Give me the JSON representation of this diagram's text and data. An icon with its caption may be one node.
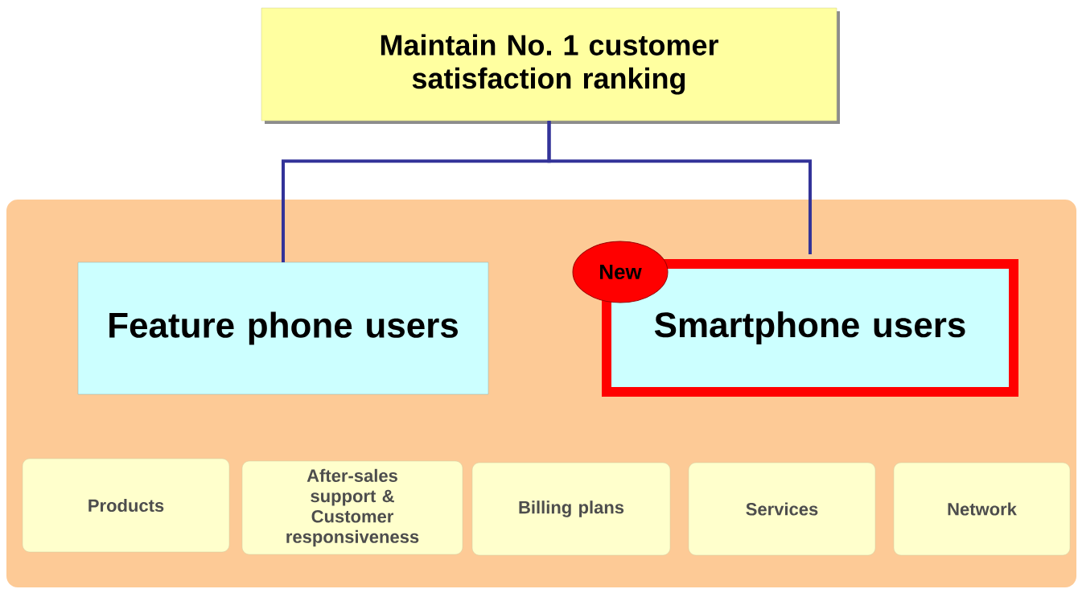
{
  "diagram": {
    "nodes": [
      {
        "text": [
          "Maintain No. 1 customer satisfaction ranking"
        ]
      },
      {
        "text": [],
        "shape": "box"
      },
      {
        "text": [
          "Feature phone users"
        ],
        "in": 1
      },
      {
        "text": [
          "Smartphone users"
        ],
        "in": 1
      },
      {
        "text": [
          "New"
        ],
        "in": 1
      },
      {
        "text": [
          "Products"
        ],
        "in": 1
      },
      {
        "text": [
          "After-sales support & Customer responsiveness"
        ],
        "in": 1
      },
      {
        "text": [
          "Billing plans"
        ],
        "in": 1
      },
      {
        "text": [
          "Services"
        ],
        "in": 1
      },
      {
        "text": [
          "Network"
        ],
        "in": 1
      }
    ],
    "edges": [
      {
        "from": 0,
        "to": 2,
        "arrow": "none"
      },
      {
        "from": 0,
        "to": 3,
        "arrow": "none"
      }
    ]
  }
}
